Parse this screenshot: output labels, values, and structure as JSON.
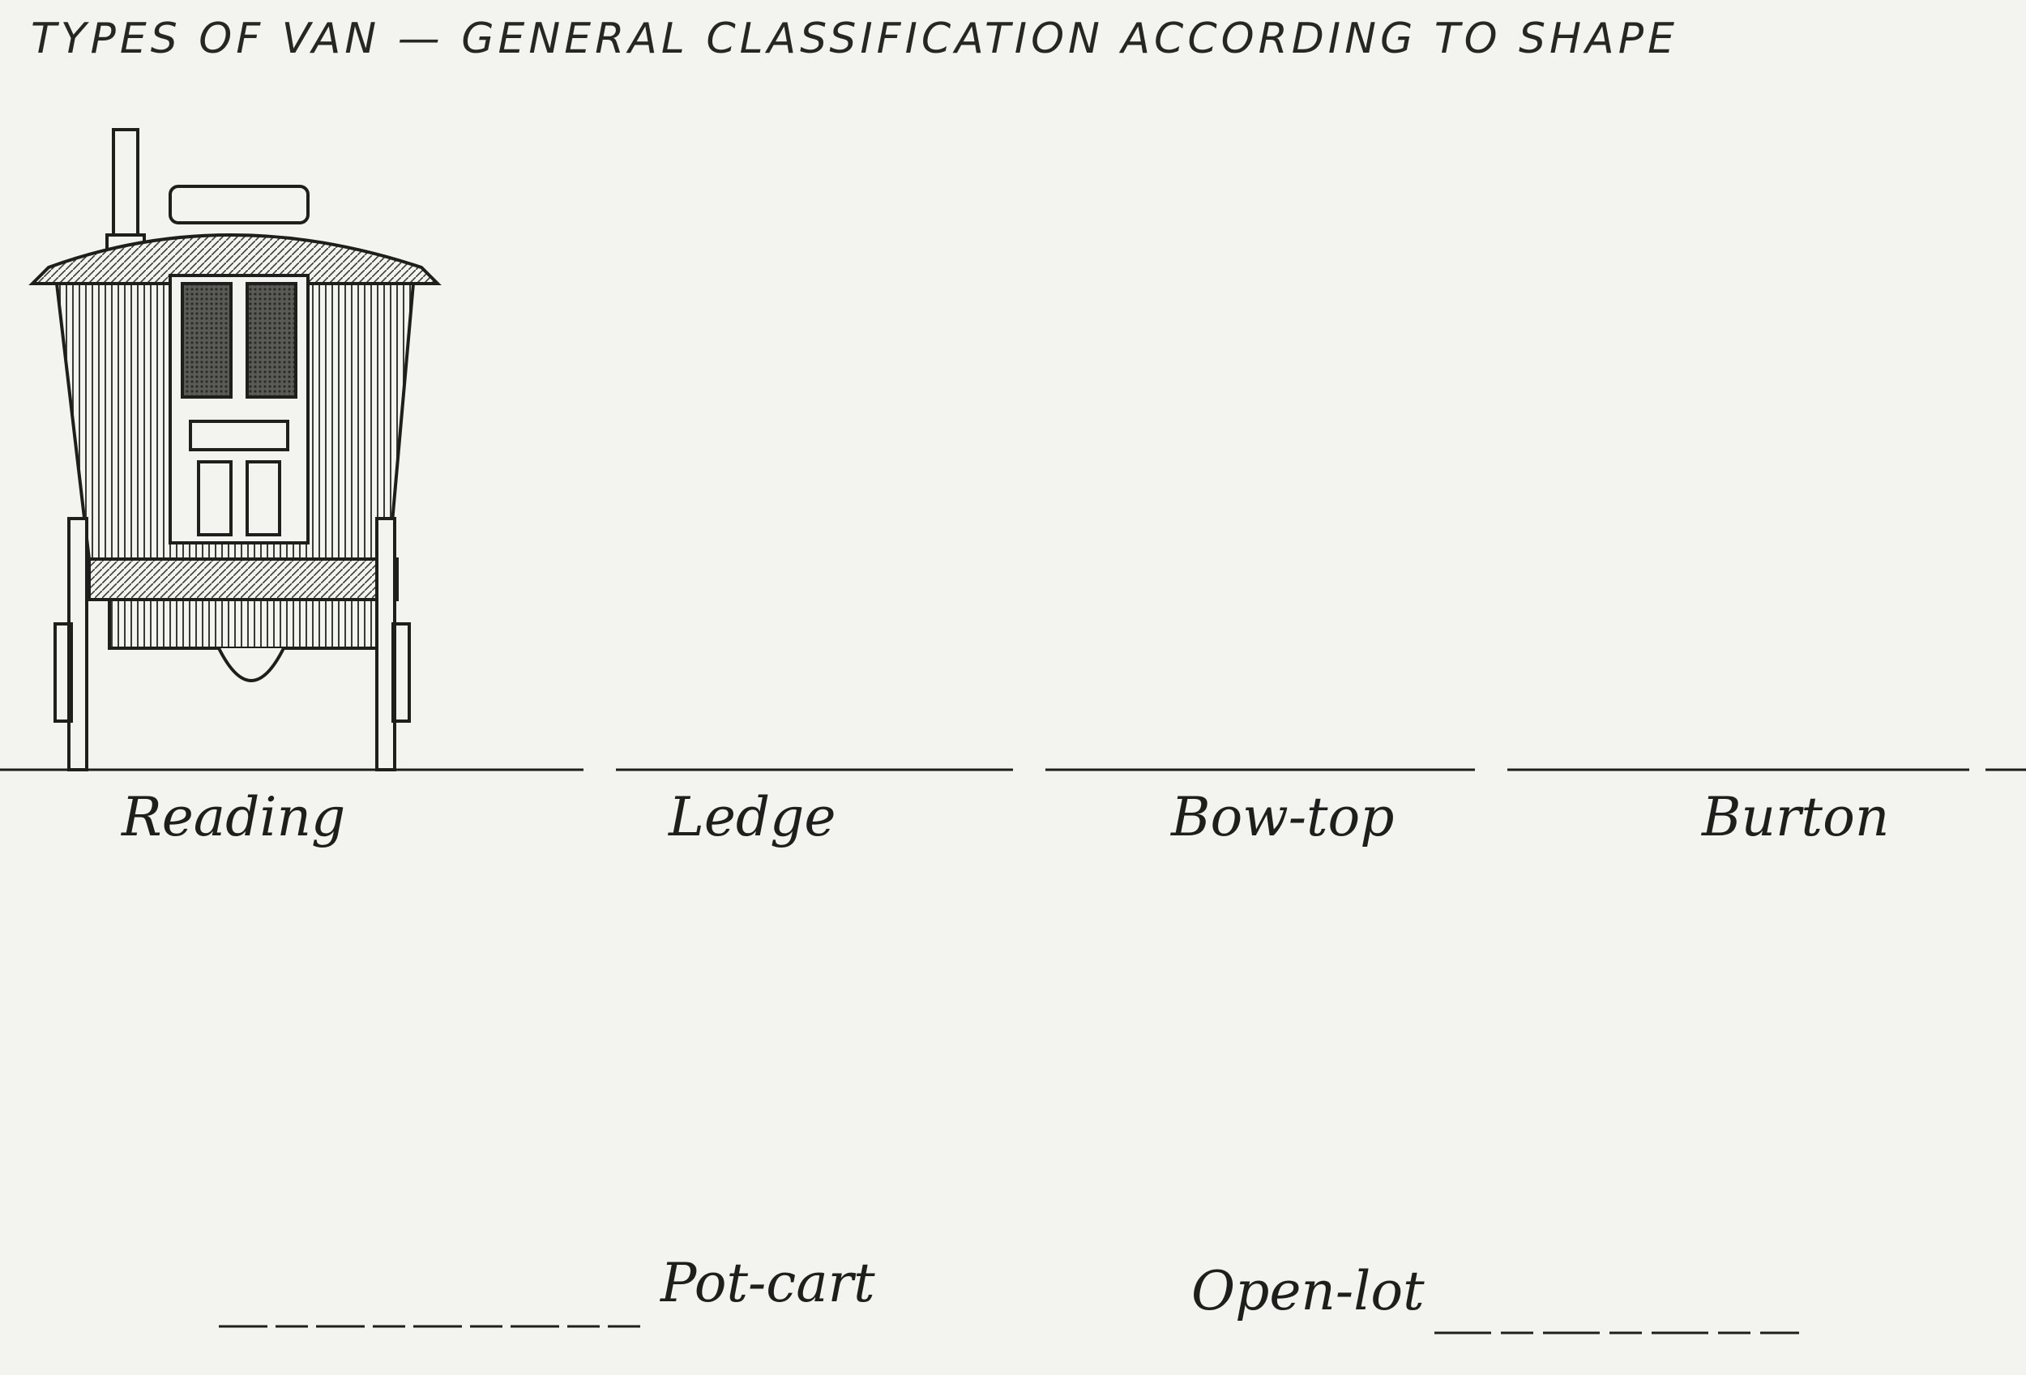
{
  "title": "TYPES  OF VAN — GENERAL  CLASSIFICATION  ACCORDING  TO SHAPE",
  "vans": {
    "reading": "Reading",
    "ledge": "Ledge",
    "bowtop": "Bow-top",
    "burton": "Burton",
    "potcart": "Pot-cart",
    "openlot": "Open-lot"
  },
  "colors": {
    "ink": "#1e1e1c",
    "paper": "#f3f4ef",
    "shade": "#8a8a84"
  }
}
